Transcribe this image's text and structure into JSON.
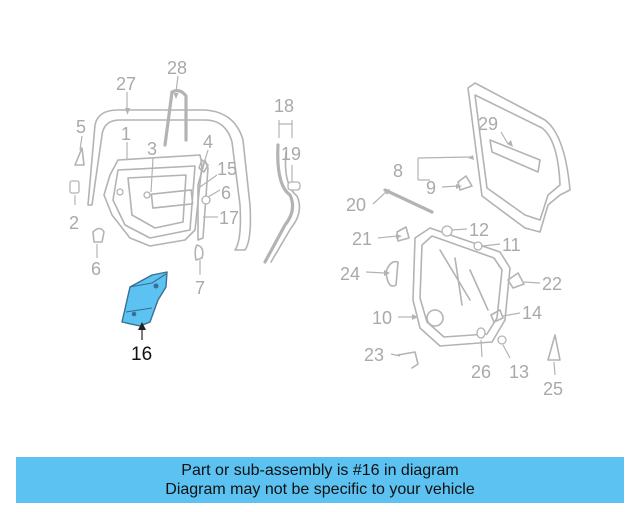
{
  "diagram": {
    "highlight_color": "#5bc2f2",
    "callouts": {
      "c1": "1",
      "c2": "2",
      "c3": "3",
      "c4": "4",
      "c5": "5",
      "c6a": "6",
      "c6b": "6",
      "c7": "7",
      "c8": "8",
      "c9": "9",
      "c10": "10",
      "c11": "11",
      "c12": "12",
      "c13": "13",
      "c14": "14",
      "c15": "15",
      "c16": "16",
      "c17": "17",
      "c18": "18",
      "c19": "19",
      "c20": "20",
      "c21": "21",
      "c22": "22",
      "c23": "23",
      "c24": "24",
      "c25": "25",
      "c26": "26",
      "c27": "27",
      "c28": "28",
      "c29": "29"
    }
  },
  "banner": {
    "line1": "Part or sub-assembly is #16 in diagram",
    "line2": "Diagram may not be specific to your vehicle",
    "background": "#5bc2f2"
  }
}
